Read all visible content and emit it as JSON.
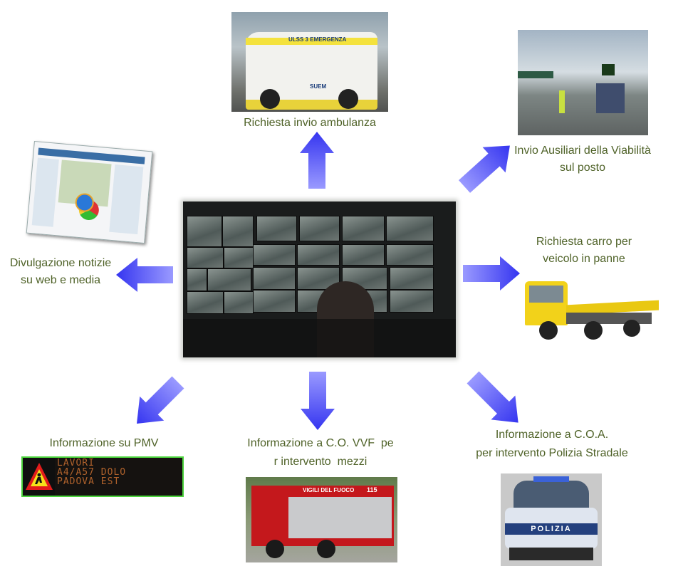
{
  "labels": {
    "ambulance": "Richiesta invio ambulanza",
    "auxiliary_line1": "Invio Ausiliari della Viabilità",
    "auxiliary_line2": "sul posto",
    "tow_line1": "Richiesta carro per",
    "tow_line2": "veicolo in panne",
    "web_line1": "Divulgazione notizie",
    "web_line2": "su web e media",
    "pmv": "Informazione su PMV",
    "fire_line1": "Informazione a C.O. VVF  pe",
    "fire_line2": "r intervento  mezzi",
    "police_line1": "Informazione a C.O.A.",
    "police_line2": "per intervento Polizia Stradale"
  },
  "pmv_sign": {
    "line1": "LAVORI",
    "line2": "A4/A57 DOLO",
    "line3": "PADOVA EST"
  },
  "image_text": {
    "ambulance": "ULSS 3 EMERGENZA",
    "ambulance_brand": "SUEM",
    "fire_truck": "VIGILI DEL FUOCO",
    "fire_number": "115",
    "police": "POLIZIA"
  },
  "colors": {
    "label": "#4f6228",
    "arrow_light": "#8a8aff",
    "arrow_dark": "#3434f0"
  }
}
